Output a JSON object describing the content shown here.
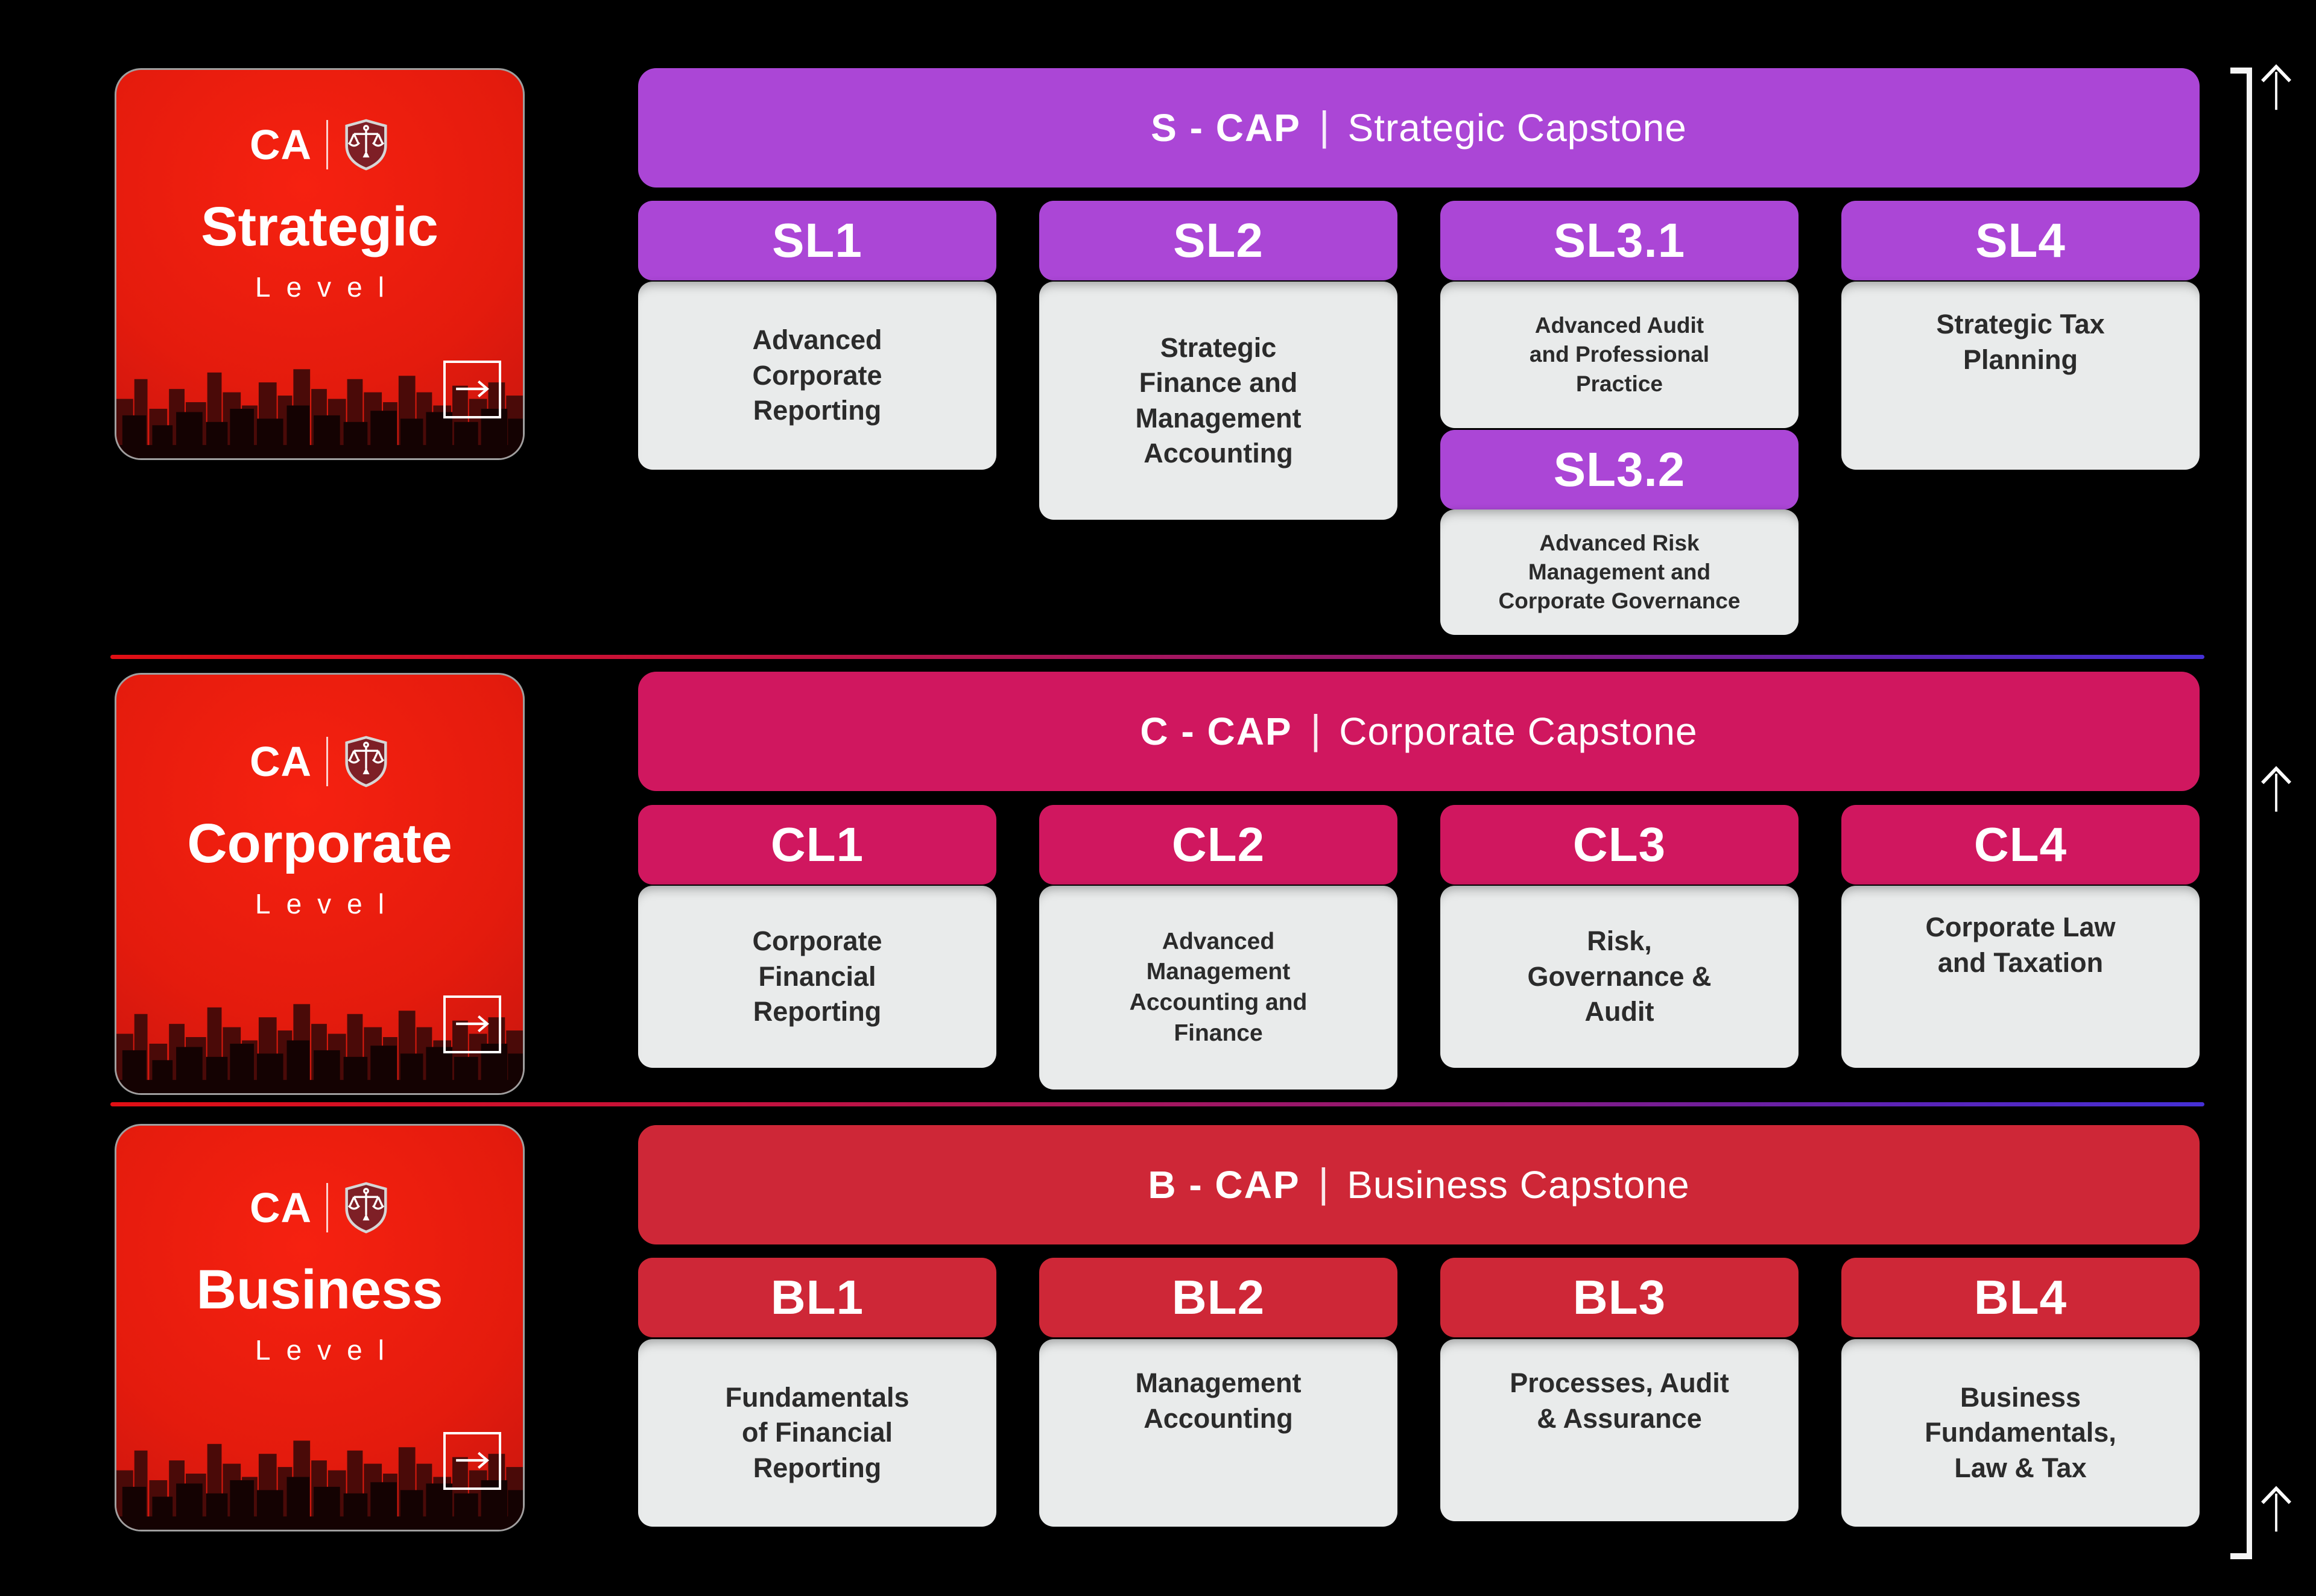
{
  "colors": {
    "background": "#000000",
    "strategic_accent": "#ab46d6",
    "corporate_accent": "#d0175f",
    "business_accent": "#ce2737",
    "level_card_red": "#e41b0d",
    "subject_card_gray": "#e9ebeb",
    "subject_text_dark": "#2b2b2b",
    "white": "#ffffff",
    "separator_gradient_start": "#e00f14",
    "separator_gradient_end": "#4530d6"
  },
  "icons": {
    "card_arrow": "→",
    "progress_arrow": "↑",
    "brand_shield": "⚖"
  },
  "levels": [
    {
      "card": {
        "brand": "CA",
        "title": "Strategic",
        "subtitle": "Level"
      },
      "capstone": {
        "code": "S - CAP",
        "separator": "|",
        "title": "Strategic Capstone"
      },
      "columns": [
        {
          "cells": [
            {
              "code": "SL1",
              "title": "Advanced\nCorporate\nReporting"
            }
          ]
        },
        {
          "cells": [
            {
              "code": "SL2",
              "title": "Strategic\nFinance and\nManagement\nAccounting"
            }
          ]
        },
        {
          "cells": [
            {
              "code": "SL3.1",
              "title": "Advanced Audit\nand Professional\nPractice"
            },
            {
              "code": "SL3.2",
              "title": "Advanced Risk\nManagement and\nCorporate Governance"
            }
          ]
        },
        {
          "cells": [
            {
              "code": "SL4",
              "title": "Strategic Tax\nPlanning"
            }
          ]
        }
      ]
    },
    {
      "card": {
        "brand": "CA",
        "title": "Corporate",
        "subtitle": "Level"
      },
      "capstone": {
        "code": "C - CAP",
        "separator": "|",
        "title": "Corporate Capstone"
      },
      "columns": [
        {
          "cells": [
            {
              "code": "CL1",
              "title": "Corporate\nFinancial\nReporting"
            }
          ]
        },
        {
          "cells": [
            {
              "code": "CL2",
              "title": "Advanced\nManagement\nAccounting and\nFinance"
            }
          ]
        },
        {
          "cells": [
            {
              "code": "CL3",
              "title": "Risk,\nGovernance &\nAudit"
            }
          ]
        },
        {
          "cells": [
            {
              "code": "CL4",
              "title": "Corporate Law\nand Taxation"
            }
          ]
        }
      ]
    },
    {
      "card": {
        "brand": "CA",
        "title": "Business",
        "subtitle": "Level"
      },
      "capstone": {
        "code": "B - CAP",
        "separator": "|",
        "title": "Business Capstone"
      },
      "columns": [
        {
          "cells": [
            {
              "code": "BL1",
              "title": "Fundamentals\nof Financial\nReporting"
            }
          ]
        },
        {
          "cells": [
            {
              "code": "BL2",
              "title": "Management\nAccounting"
            }
          ]
        },
        {
          "cells": [
            {
              "code": "BL3",
              "title": "Processes, Audit\n& Assurance"
            }
          ]
        },
        {
          "cells": [
            {
              "code": "BL4",
              "title": "Business\nFundamentals,\nLaw & Tax"
            }
          ]
        }
      ]
    }
  ]
}
